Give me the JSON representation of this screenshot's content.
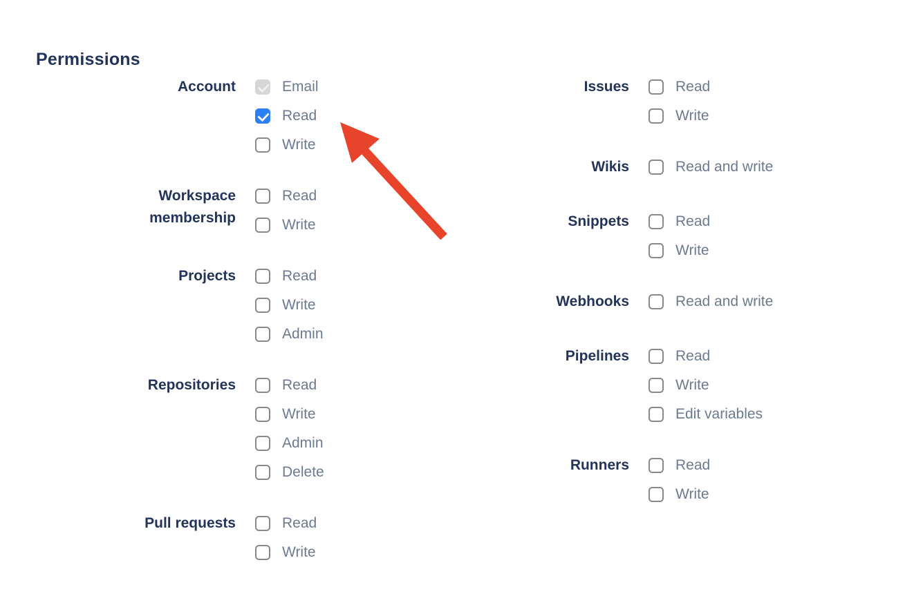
{
  "page": {
    "title": "Permissions"
  },
  "colors": {
    "heading_navy": "#22345A",
    "option_label_gray": "#6B7A90",
    "checkbox_checked_blue": "#2D7FF8",
    "checkbox_border_gray": "#89898D",
    "checkbox_disabled_gray": "#D5D6D8",
    "arrow_red": "#E8432B"
  },
  "columns": [
    {
      "groups": [
        {
          "label": "Account",
          "options": [
            {
              "label": "Email",
              "state": "checked-disabled"
            },
            {
              "label": "Read",
              "state": "checked"
            },
            {
              "label": "Write",
              "state": "unchecked"
            }
          ]
        },
        {
          "label": "Workspace membership",
          "options": [
            {
              "label": "Read",
              "state": "unchecked"
            },
            {
              "label": "Write",
              "state": "unchecked"
            }
          ]
        },
        {
          "label": "Projects",
          "options": [
            {
              "label": "Read",
              "state": "unchecked"
            },
            {
              "label": "Write",
              "state": "unchecked"
            },
            {
              "label": "Admin",
              "state": "unchecked"
            }
          ]
        },
        {
          "label": "Repositories",
          "options": [
            {
              "label": "Read",
              "state": "unchecked"
            },
            {
              "label": "Write",
              "state": "unchecked"
            },
            {
              "label": "Admin",
              "state": "unchecked"
            },
            {
              "label": "Delete",
              "state": "unchecked"
            }
          ]
        },
        {
          "label": "Pull requests",
          "options": [
            {
              "label": "Read",
              "state": "unchecked"
            },
            {
              "label": "Write",
              "state": "unchecked"
            }
          ]
        }
      ]
    },
    {
      "groups": [
        {
          "label": "Issues",
          "options": [
            {
              "label": "Read",
              "state": "unchecked"
            },
            {
              "label": "Write",
              "state": "unchecked"
            }
          ]
        },
        {
          "label": "Wikis",
          "options": [
            {
              "label": "Read and write",
              "state": "unchecked"
            }
          ]
        },
        {
          "label": "Snippets",
          "options": [
            {
              "label": "Read",
              "state": "unchecked"
            },
            {
              "label": "Write",
              "state": "unchecked"
            }
          ]
        },
        {
          "label": "Webhooks",
          "options": [
            {
              "label": "Read and write",
              "state": "unchecked"
            }
          ]
        },
        {
          "label": "Pipelines",
          "options": [
            {
              "label": "Read",
              "state": "unchecked"
            },
            {
              "label": "Write",
              "state": "unchecked"
            },
            {
              "label": "Edit variables",
              "state": "unchecked"
            }
          ]
        },
        {
          "label": "Runners",
          "options": [
            {
              "label": "Read",
              "state": "unchecked"
            },
            {
              "label": "Write",
              "state": "unchecked"
            }
          ]
        }
      ]
    }
  ],
  "annotation": {
    "type": "arrow",
    "points_at": "checkbox-account-read"
  }
}
